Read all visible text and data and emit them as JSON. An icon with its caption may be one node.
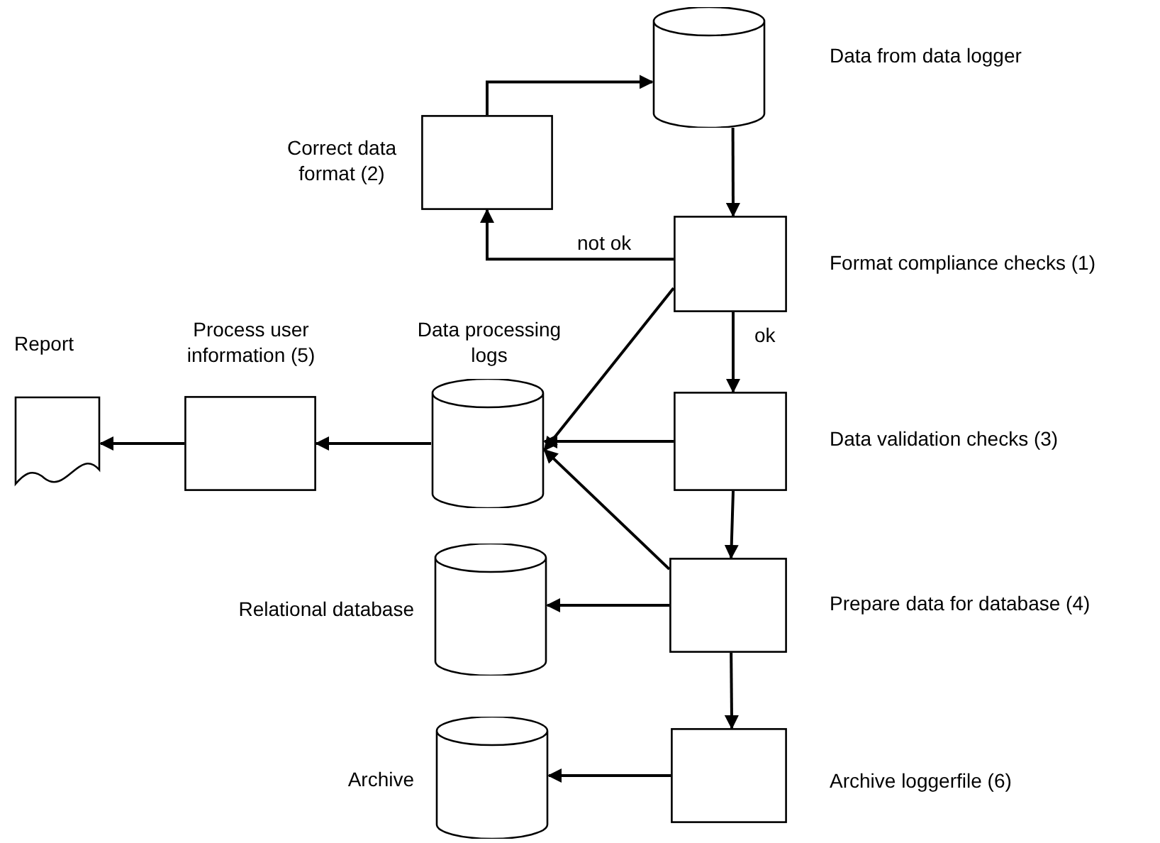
{
  "diagram": {
    "nodes": [
      {
        "text": [],
        "shape": "cylinder",
        "beside": [
          "Data from data logger"
        ]
      },
      {
        "text": [],
        "shape": "box",
        "beside": [
          "Correct data format (2)"
        ]
      },
      {
        "text": [],
        "shape": "box",
        "beside": [
          "Format compliance checks (1)"
        ]
      },
      {
        "text": [],
        "shape": "document",
        "beside": [
          "Report"
        ]
      },
      {
        "text": [],
        "shape": "box",
        "beside": [
          "Process user information (5)"
        ]
      },
      {
        "text": [],
        "shape": "cylinder",
        "beside": [
          "Data processing logs"
        ]
      },
      {
        "text": [],
        "shape": "box",
        "beside": [
          "Data validation checks (3)"
        ]
      },
      {
        "text": [],
        "shape": "cylinder",
        "beside": [
          "Relational database"
        ]
      },
      {
        "text": [],
        "shape": "box",
        "beside": [
          "Prepare data for database (4)"
        ]
      },
      {
        "text": [],
        "shape": "cylinder",
        "beside": [
          "Archive"
        ]
      },
      {
        "text": [],
        "shape": "box",
        "beside": [
          "Archive loggerfile (6)"
        ]
      }
    ],
    "edges": [
      {
        "from": 0,
        "to": 2,
        "arrow": "to"
      },
      {
        "from": 2,
        "to": 1,
        "arrow": "to",
        "label": "not ok"
      },
      {
        "from": 1,
        "to": 0,
        "arrow": "to"
      },
      {
        "from": 2,
        "to": 6,
        "arrow": "to",
        "label": "ok"
      },
      {
        "from": 6,
        "to": 8,
        "arrow": "to"
      },
      {
        "from": 8,
        "to": 10,
        "arrow": "to"
      },
      {
        "from": 2,
        "to": 5,
        "arrow": "to"
      },
      {
        "from": 6,
        "to": 5,
        "arrow": "to"
      },
      {
        "from": 8,
        "to": 5,
        "arrow": "to"
      },
      {
        "from": 5,
        "to": 4,
        "arrow": "to"
      },
      {
        "from": 4,
        "to": 3,
        "arrow": "to"
      },
      {
        "from": 8,
        "to": 7,
        "arrow": "to"
      },
      {
        "from": 10,
        "to": 9,
        "arrow": "to"
      }
    ]
  }
}
